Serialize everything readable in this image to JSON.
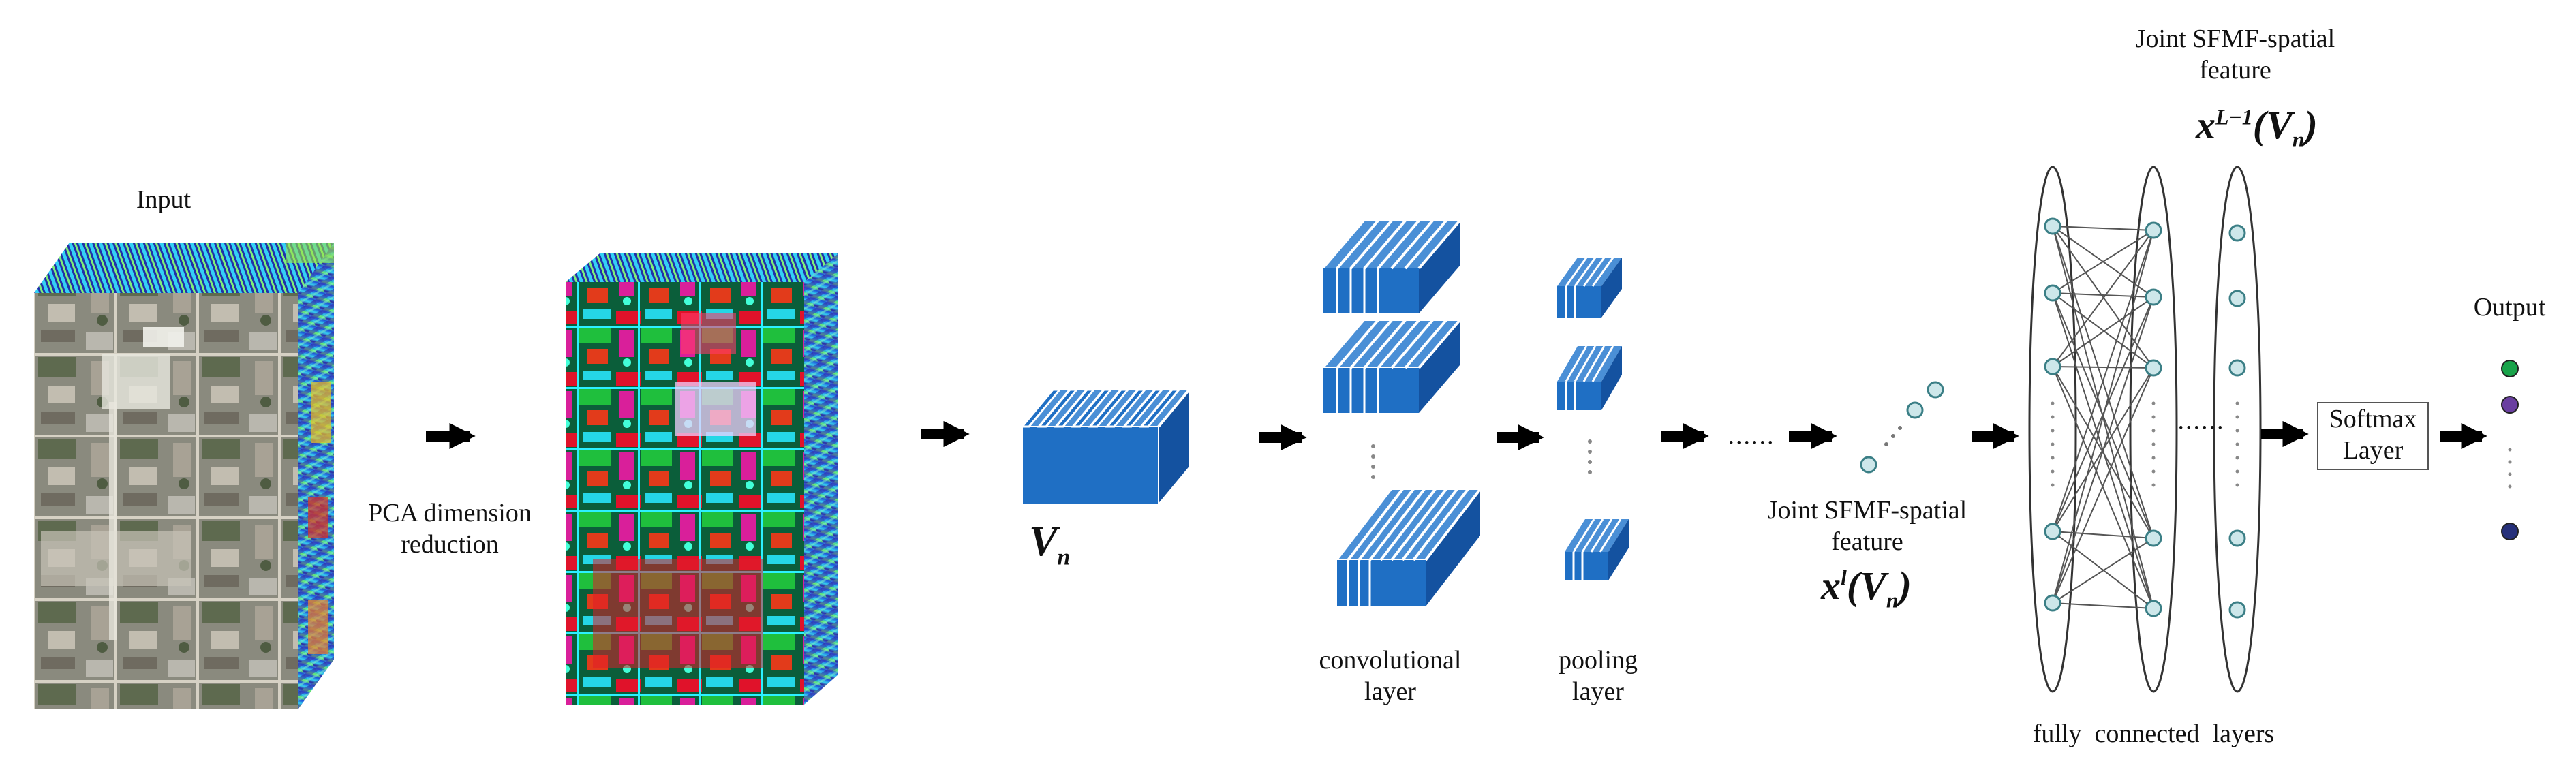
{
  "labels": {
    "input": "Input",
    "pca": "PCA dimension\nreduction",
    "conv": "convolutional\nlayer",
    "pool": "pooling\nlayer",
    "joint_mid": "Joint SFMF-spatial\nfeature",
    "joint_top": "Joint SFMF-spatial\nfeature",
    "fc": "fully  connected  layers",
    "softmax": "Softmax\nLayer",
    "output": "Output",
    "ellipsis": "......"
  },
  "math": {
    "vn_base": "V",
    "vn_sub": "n",
    "xl_base": "x",
    "xl_sup": "l",
    "xl_arg_base": "(V",
    "xl_arg_sub": "n",
    "xl_close": ")",
    "xL_base": "x",
    "xL_sup": "L−1",
    "xL_arg_base": "(V",
    "xL_arg_sub": "n",
    "xL_close": ")"
  },
  "colors": {
    "cube_front": "#1f6fc4",
    "cube_side": "#1452a0",
    "node_fill": "#cde7ea",
    "node_stroke": "#3b7f86",
    "output_green": "#19a34a",
    "output_purple": "#6a3fa0",
    "output_navy": "#26307a"
  }
}
